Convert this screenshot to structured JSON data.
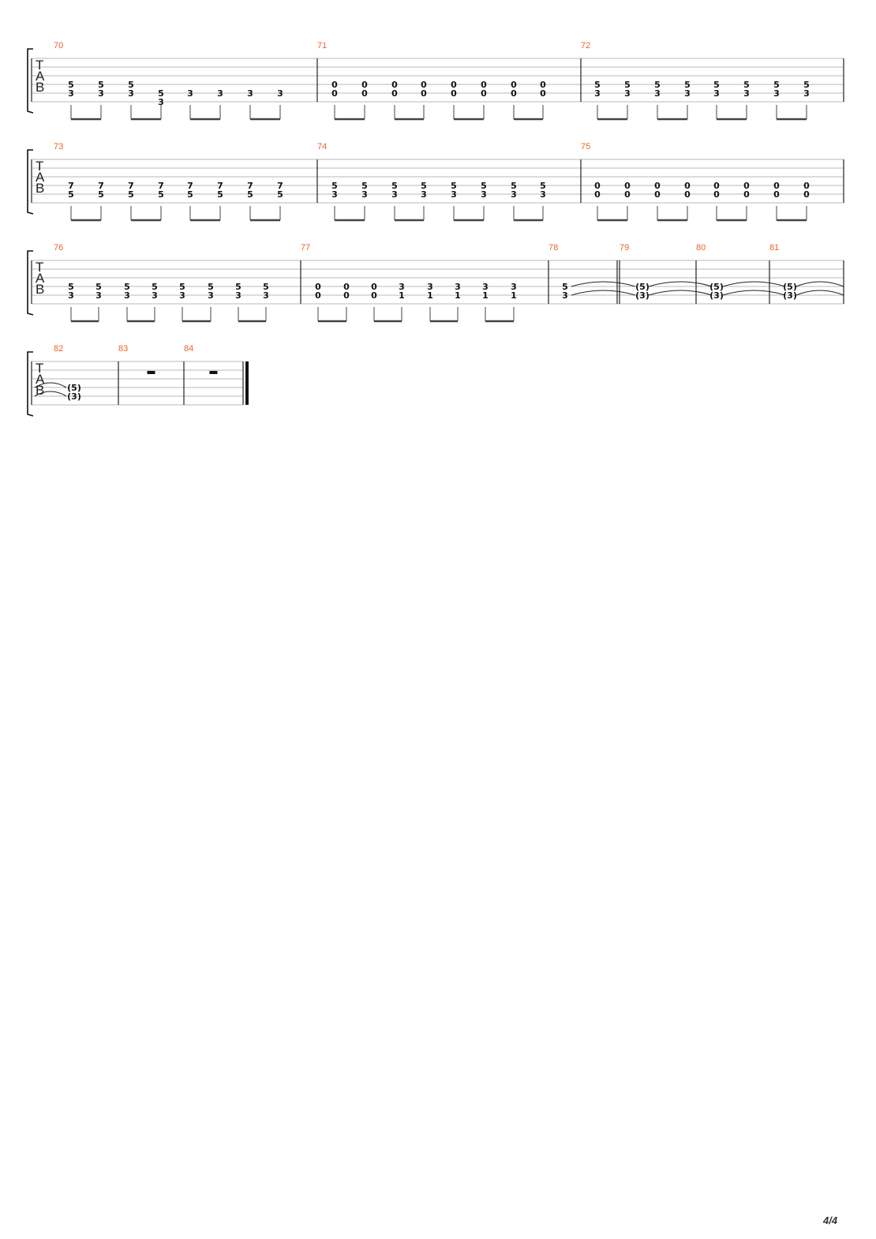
{
  "clef_letters": [
    "T",
    "A",
    "B"
  ],
  "page_number": "4/4",
  "systems": [
    {
      "measures": [
        {
          "number": "70",
          "notes": [
            [
              "5",
              "3"
            ],
            [
              "5",
              "3"
            ],
            [
              "5",
              "3"
            ],
            [
              "5",
              "3"
            ],
            [
              "3",
              ""
            ],
            [
              "3",
              ""
            ],
            [
              "3",
              ""
            ],
            [
              "3",
              ""
            ]
          ]
        },
        {
          "number": "71",
          "notes": [
            [
              "0",
              "0"
            ],
            [
              "0",
              "0"
            ],
            [
              "0",
              "0"
            ],
            [
              "0",
              "0"
            ],
            [
              "0",
              "0"
            ],
            [
              "0",
              "0"
            ],
            [
              "0",
              "0"
            ],
            [
              "0",
              "0"
            ]
          ]
        },
        {
          "number": "72",
          "notes": [
            [
              "5",
              "3"
            ],
            [
              "5",
              "3"
            ],
            [
              "5",
              "3"
            ],
            [
              "5",
              "3"
            ],
            [
              "5",
              "3"
            ],
            [
              "5",
              "3"
            ],
            [
              "5",
              "3"
            ],
            [
              "5",
              "3"
            ]
          ]
        }
      ]
    },
    {
      "measures": [
        {
          "number": "73",
          "notes": [
            [
              "7",
              "5"
            ],
            [
              "7",
              "5"
            ],
            [
              "7",
              "5"
            ],
            [
              "7",
              "5"
            ],
            [
              "7",
              "5"
            ],
            [
              "7",
              "5"
            ],
            [
              "7",
              "5"
            ],
            [
              "7",
              "5"
            ]
          ]
        },
        {
          "number": "74",
          "notes": [
            [
              "5",
              "3"
            ],
            [
              "5",
              "3"
            ],
            [
              "5",
              "3"
            ],
            [
              "5",
              "3"
            ],
            [
              "5",
              "3"
            ],
            [
              "5",
              "3"
            ],
            [
              "5",
              "3"
            ],
            [
              "5",
              "3"
            ]
          ]
        },
        {
          "number": "75",
          "notes": [
            [
              "0",
              "0"
            ],
            [
              "0",
              "0"
            ],
            [
              "0",
              "0"
            ],
            [
              "0",
              "0"
            ],
            [
              "0",
              "0"
            ],
            [
              "0",
              "0"
            ],
            [
              "0",
              "0"
            ],
            [
              "0",
              "0"
            ]
          ]
        }
      ]
    },
    {
      "measures": [
        {
          "number": "76",
          "notes": [
            [
              "5",
              "3"
            ],
            [
              "5",
              "3"
            ],
            [
              "5",
              "3"
            ],
            [
              "5",
              "3"
            ],
            [
              "5",
              "3"
            ],
            [
              "5",
              "3"
            ],
            [
              "5",
              "3"
            ],
            [
              "5",
              "3"
            ]
          ]
        },
        {
          "number": "77",
          "notes": [
            [
              "0",
              "0"
            ],
            [
              "0",
              "0"
            ],
            [
              "0",
              "0"
            ],
            [
              "3",
              "1"
            ],
            [
              "3",
              "1"
            ],
            [
              "3",
              "1"
            ],
            [
              "3",
              "1"
            ],
            [
              "3",
              "1"
            ]
          ]
        },
        {
          "number": "78",
          "notes": [
            [
              "5",
              "3"
            ]
          ]
        },
        {
          "number": "79",
          "notes": [
            [
              "(5)",
              "(3)"
            ]
          ]
        },
        {
          "number": "80",
          "notes": [
            [
              "(5)",
              "(3)"
            ]
          ]
        },
        {
          "number": "81",
          "notes": [
            [
              "(5)",
              "(3)"
            ]
          ]
        }
      ]
    },
    {
      "measures": [
        {
          "number": "82",
          "notes": [
            [
              "(5)",
              "(3)"
            ]
          ]
        },
        {
          "number": "83",
          "notes": []
        },
        {
          "number": "84",
          "notes": []
        }
      ]
    }
  ]
}
